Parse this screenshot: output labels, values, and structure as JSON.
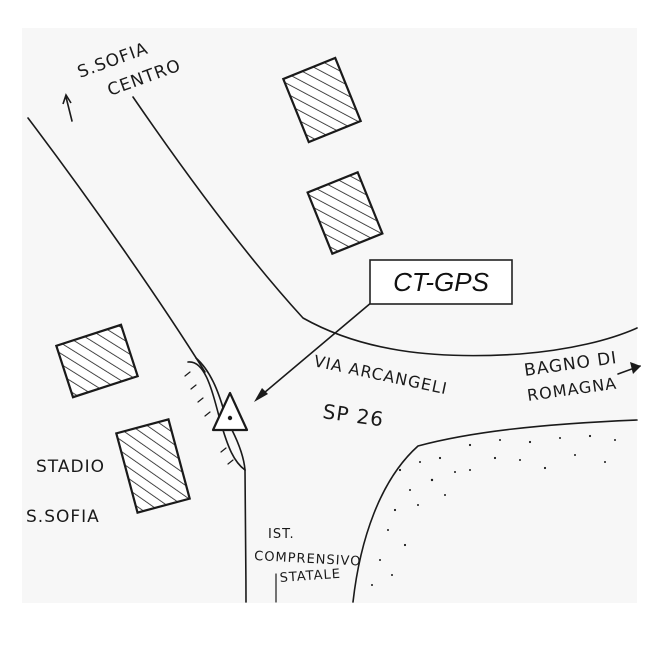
{
  "labels": {
    "direction_top_line1": "S.SOFIA",
    "direction_top_line2": "CENTRO",
    "direction_right_line1": "BAGNO DI",
    "direction_right_line2": "ROMAGNA",
    "road_name": "VIA ARCANGELI",
    "road_code": "SP 26",
    "stadium_line1": "STADIO",
    "stadium_line2": "S.SOFIA",
    "school_line1": "IST.",
    "school_line2": "COMPRENSIVO",
    "school_line3": "STATALE"
  },
  "station": {
    "name": "CT-GPS",
    "icon": "triangle-station-icon"
  },
  "colors": {
    "ink": "#1a1a1a",
    "paper": "#f7f7f7",
    "background": "#ffffff"
  }
}
